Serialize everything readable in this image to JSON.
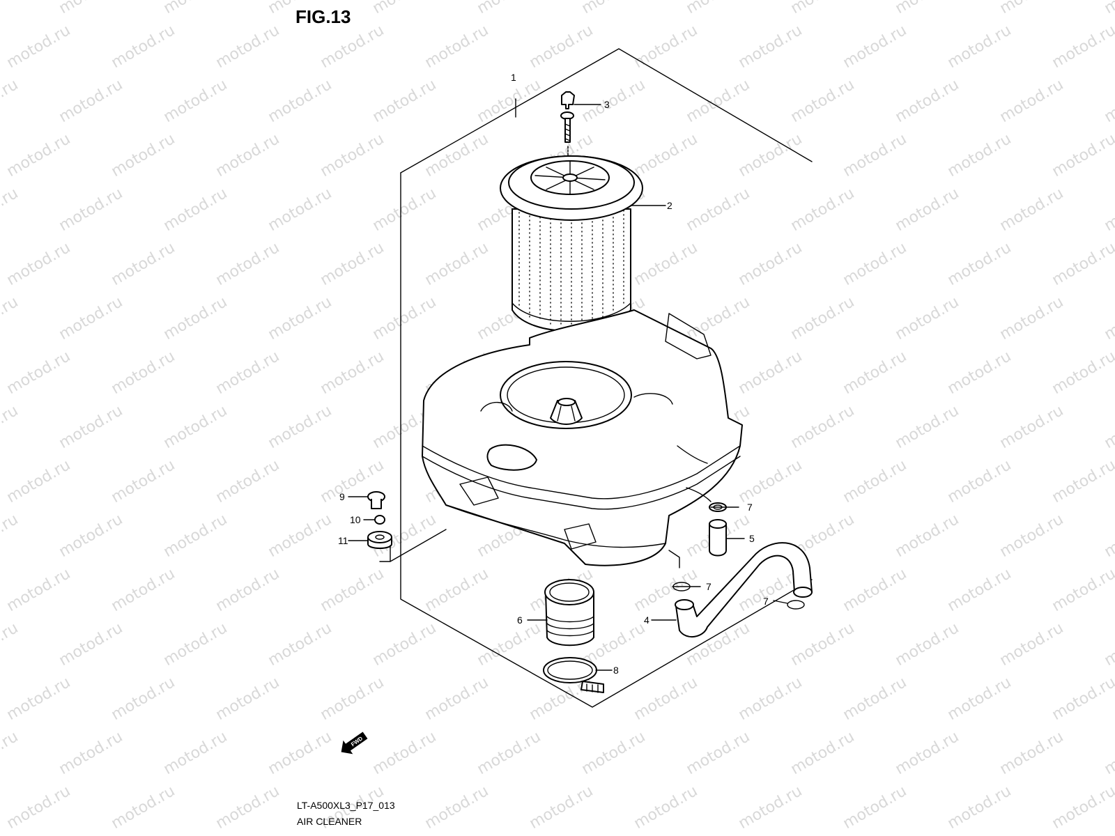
{
  "figure": {
    "title": "FIG.13",
    "code": "LT-A500XL3_P17_013",
    "name": "AIR CLEANER",
    "fwd_label": "FWD"
  },
  "watermark": {
    "text": "motod.ru",
    "color": "#d8d8d8"
  },
  "callouts": [
    {
      "id": "1",
      "part": "air-cleaner-assembly"
    },
    {
      "id": "2",
      "part": "air-filter-element"
    },
    {
      "id": "3",
      "part": "wing-bolt"
    },
    {
      "id": "4",
      "part": "breather-hose"
    },
    {
      "id": "5",
      "part": "drain-plug"
    },
    {
      "id": "6",
      "part": "outlet-tube"
    },
    {
      "id": "7",
      "part": "clip"
    },
    {
      "id": "7",
      "part": "clip"
    },
    {
      "id": "7",
      "part": "clip"
    },
    {
      "id": "8",
      "part": "clamp"
    },
    {
      "id": "9",
      "part": "bolt"
    },
    {
      "id": "10",
      "part": "collar"
    },
    {
      "id": "11",
      "part": "cushion"
    }
  ]
}
